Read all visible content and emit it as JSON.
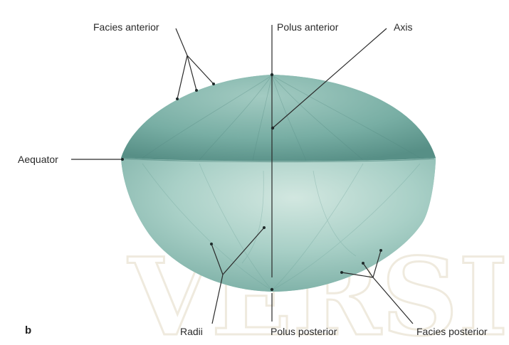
{
  "figure": {
    "panel_letter": "b",
    "labels": {
      "facies_anterior": "Facies anterior",
      "polus_anterior": "Polus anterior",
      "axis": "Axis",
      "aequator": "Aequator",
      "radii": "Radii",
      "polus_posterior": "Polus posterior",
      "facies_posterior": "Facies posterior"
    },
    "watermark": "VERSI",
    "colors": {
      "lens_light": "#cde4dd",
      "lens_mid": "#8fc0b6",
      "lens_dark": "#5e9a91",
      "line": "#2a2a2a"
    }
  }
}
